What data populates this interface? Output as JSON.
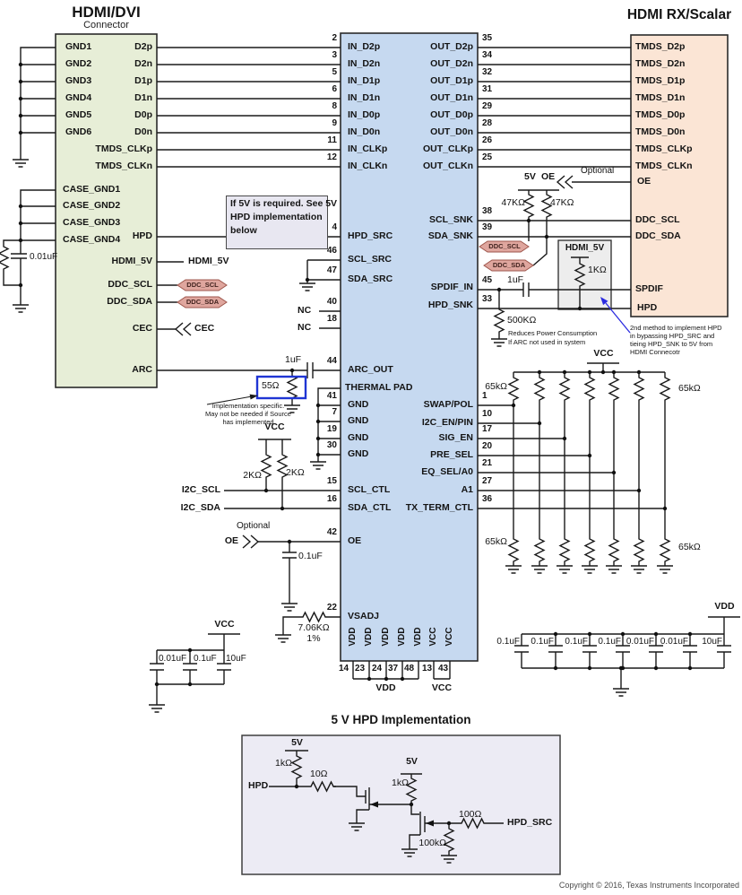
{
  "titles": {
    "connector": "HDMI/DVI",
    "connector_sub": "Connector",
    "rx": "HDMI RX/Scalar",
    "hpd": "5 V HPD Implementation",
    "copyright": "Copyright © 2016, Texas Instruments Incorporated"
  },
  "colors": {
    "connector_fill": "#e7eed7",
    "chip_fill": "#c6d9f0",
    "rx_fill": "#fbe5d5",
    "note_fill": "#e8e7f1",
    "tag_fill": "#dfa69e",
    "highlight_blue": "#1f35d4",
    "arrow_blue": "#2b2be0"
  },
  "cl": [
    "GND1",
    "GND2",
    "GND3",
    "GND4",
    "GND5",
    "GND6",
    "CASE_GND1",
    "CASE_GND2",
    "CASE_GND3",
    "CASE_GND4"
  ],
  "cr": [
    "D2p",
    "D2n",
    "D1p",
    "D1n",
    "D0p",
    "D0n",
    "TMDS_CLKp",
    "TMDS_CLKn",
    "HPD",
    "HDMI_5V",
    "DDC_SCL",
    "DDC_SDA",
    "CEC",
    "ARC"
  ],
  "il": [
    "IN_D2p",
    "IN_D2n",
    "IN_D1p",
    "IN_D1n",
    "IN_D0p",
    "IN_D0n",
    "IN_CLKp",
    "IN_CLKn",
    "HPD_SRC",
    "SCL_SRC",
    "SDA_SRC",
    "NC",
    "NC",
    "ARC_OUT",
    "THERMAL PAD",
    "GND",
    "GND",
    "GND",
    "GND",
    "SCL_CTL",
    "SDA_CTL",
    "OE",
    "VSADJ"
  ],
  "ir": [
    "OUT_D2p",
    "OUT_D2n",
    "OUT_D1p",
    "OUT_D1n",
    "OUT_D0p",
    "OUT_D0n",
    "OUT_CLKp",
    "OUT_CLKn",
    "SCL_SNK",
    "SDA_SNK",
    "SPDIF_IN",
    "HPD_SNK",
    "SWAP/POL",
    "I2C_EN/PIN",
    "SIG_EN",
    "PRE_SEL",
    "EQ_SEL/A0",
    "A1",
    "TX_TERM_CTL"
  ],
  "nl": [
    "2",
    "3",
    "5",
    "6",
    "8",
    "9",
    "11",
    "12",
    "4",
    "46",
    "47",
    "40",
    "18",
    "44",
    "41",
    "7",
    "19",
    "30",
    "15",
    "16",
    "42",
    "22"
  ],
  "nr": [
    "35",
    "34",
    "32",
    "31",
    "29",
    "28",
    "26",
    "25",
    "38",
    "39",
    "45",
    "33",
    "1",
    "10",
    "17",
    "20",
    "21",
    "27",
    "36"
  ],
  "nb": [
    "14",
    "23",
    "24",
    "37",
    "48",
    "13",
    "43"
  ],
  "rx": [
    "TMDS_D2p",
    "TMDS_D2n",
    "TMDS_D1p",
    "TMDS_D1n",
    "TMDS_D0p",
    "TMDS_D0n",
    "TMDS_CLKp",
    "TMDS_CLKn",
    "OE",
    "DDC_SCL",
    "DDC_SDA",
    "SPDIF",
    "HPD"
  ],
  "tags": {
    "scl": "DDC_SCL",
    "sda": "DDC_SDA"
  },
  "net": {
    "hdmi5v": "HDMI_5V",
    "cec": "CEC",
    "i2cscl": "I2C_SCL",
    "i2csda": "I2C_SDA",
    "oe": "OE",
    "optional": "Optional",
    "vcc": "VCC",
    "vdd": "VDD",
    "v5": "5V",
    "hpd": "HPD",
    "hpdsrc": "HPD_SRC"
  },
  "vals": {
    "r47": "47KΩ",
    "r2k": "2KΩ",
    "r65": "65kΩ",
    "r55": "55Ω",
    "r500": "500KΩ",
    "r1kbox": "1KΩ",
    "r706": "7.06KΩ",
    "pct": "1%",
    "r1k": "1kΩ",
    "r10": "10Ω",
    "r100": "100Ω",
    "r100k": "100kΩ",
    "c01": "0.1uF",
    "c001": "0.01uF",
    "c10": "10uF",
    "c1": "1uF"
  },
  "notes": {
    "if5v": [
      "If 5V is required. See 5V",
      "HPD implementation",
      "below"
    ],
    "impl": [
      "Implementation specific.",
      "May not be needed if Source",
      "has implemented"
    ],
    "arc": [
      "Reduces Power Consumption",
      "If ARC not used in system"
    ],
    "method": [
      "2nd method to implement HPD",
      "in bypassing HPD_SRC and",
      "tieing HPD_SNK to 5V from",
      "HDMI Connecotr"
    ]
  }
}
